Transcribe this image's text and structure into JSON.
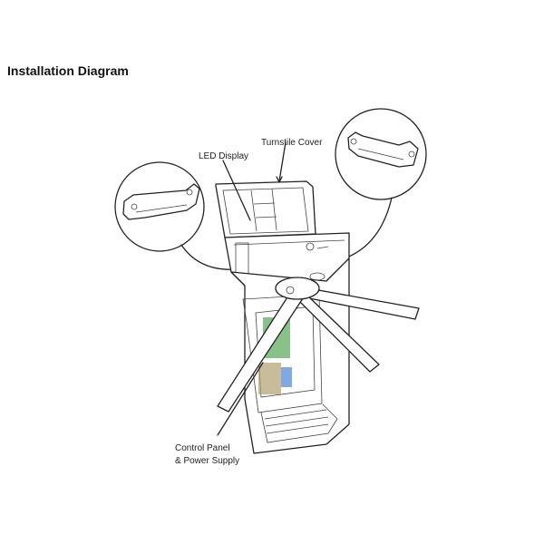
{
  "title": "Installation Diagram",
  "labels": {
    "turnstile_cover": "Turnstile Cover",
    "led_display": "LED Display",
    "control_panel_line1": "Control Panel",
    "control_panel_line2": "& Power Supply"
  },
  "colors": {
    "pcb": "#3a9a3a",
    "terminal": "#2a6fd0",
    "transformer": "#b0a070"
  }
}
